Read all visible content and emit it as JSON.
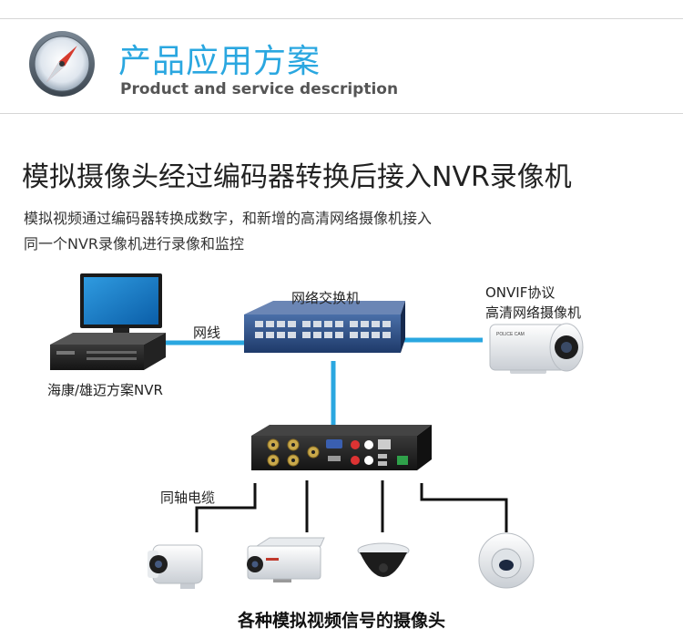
{
  "header": {
    "title": "产品应用方案",
    "subtitle": "Product and service description",
    "logo_icon": "compass-icon"
  },
  "section": {
    "heading": "模拟摄像头经过编码器转换后接入NVR录像机",
    "description_line1": "模拟视频通过编码器转换成数字，和新增的高清网络摄像机接入",
    "description_line2": "同一个NVR录像机进行录像和监控"
  },
  "diagram": {
    "nvr_label": "海康/雄迈方案NVR",
    "cable_label": "网线",
    "switch_label": "网络交换机",
    "ipcam_label_line1": "ONVIF协议",
    "ipcam_label_line2": "高清网络摄像机",
    "ipcam_brand_text": "POLICE CAM",
    "coax_label": "同轴电缆",
    "caption": "各种模拟视频信号的摄像头",
    "colors": {
      "network_line": "#2aa7e0",
      "coax_line": "#111111",
      "accent": "#2aa7e0"
    }
  }
}
